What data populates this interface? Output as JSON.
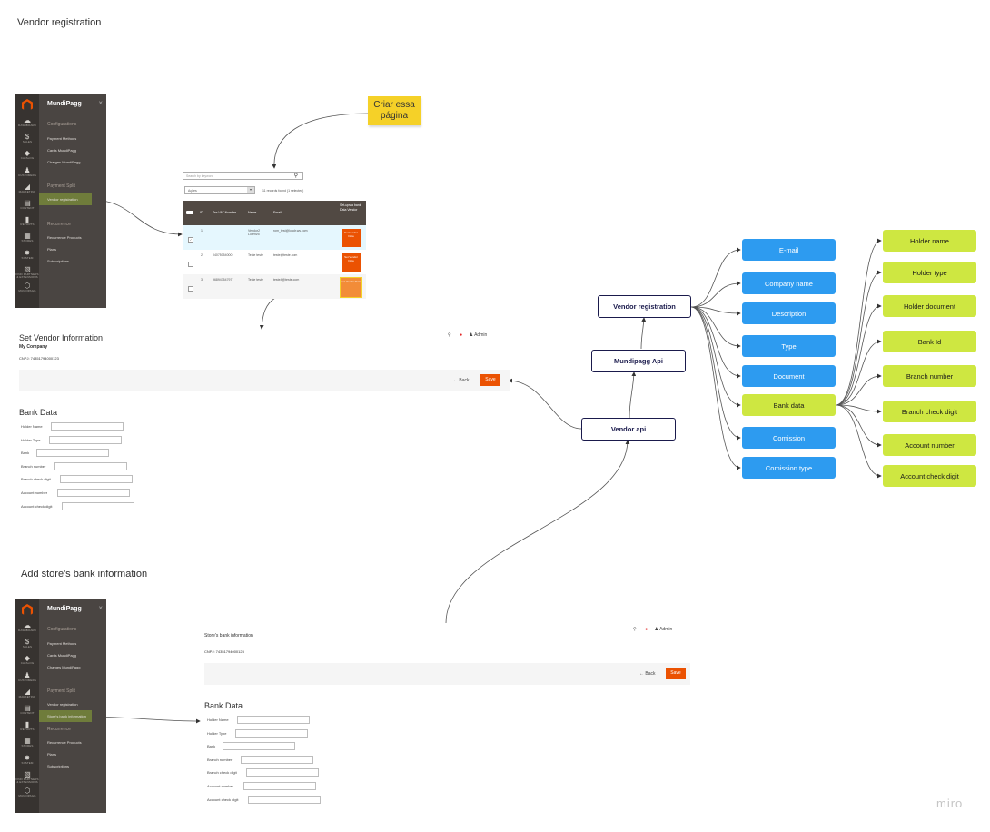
{
  "headings": {
    "vendor_registration": "Vendor registration",
    "add_store_bank": "Add store's bank information"
  },
  "sidebar": {
    "title": "MundiPagg",
    "close": "×",
    "nav": [
      {
        "glyph": "☁",
        "label": "DASHBOARD"
      },
      {
        "glyph": "$",
        "label": "SALES"
      },
      {
        "glyph": "◆",
        "label": "CATALOG"
      },
      {
        "glyph": "♟",
        "label": "CUSTOMERS"
      },
      {
        "glyph": "◢",
        "label": "MARKETING"
      },
      {
        "glyph": "▤",
        "label": "CONTENT"
      },
      {
        "glyph": "▮",
        "label": "REPORTS"
      },
      {
        "glyph": "▦",
        "label": "STORES"
      },
      {
        "glyph": "✸",
        "label": "SYSTEM"
      },
      {
        "glyph": "▧",
        "label": "FIND PARTNERS & EXTENSIONS"
      },
      {
        "glyph": "⬡",
        "label": "MUNDIPAGG"
      }
    ],
    "configurations": "Configurations",
    "config_items": [
      "Payment Methods",
      "Cards MundiPagg",
      "Charges MundiPagg"
    ],
    "payment_split": "Payment Split",
    "vendor_registration": "Vendor registration",
    "stores_bank": "Store's bank information",
    "recurrence": "Recurrence",
    "recurrence_items": [
      "Recurrence Products",
      "Plans",
      "Subscriptions"
    ]
  },
  "sticky": "Criar essa página",
  "grid": {
    "search_placeholder": "Search by keyword",
    "actions": "Ações",
    "records": "11 records found (1 selected)",
    "headers": [
      "ID",
      "Tax VAT Number",
      "Name",
      "Email",
      "Set-ups a bank Data Vendor"
    ],
    "rows": [
      {
        "id": "1",
        "tax": "",
        "name": "Vendor2 Lorenzo",
        "email": "rom_test@loadr.ws.com"
      },
      {
        "id": "2",
        "tax": "04075054000",
        "name": "Teste teste",
        "email": "teste@teste.com"
      },
      {
        "id": "3",
        "tax": "96894754797",
        "name": "Teste teste",
        "email": "teste4@teste.com"
      }
    ],
    "row_button": "Set Vendor Data"
  },
  "vendor_form": {
    "title": "Set Vendor Information",
    "company": "My Company",
    "cnpj": "CNPJ: 74351794000123",
    "back": "Back",
    "save": "Save",
    "admin": "Admin",
    "section": "Bank Data",
    "fields": [
      "Holder Name",
      "Holder Type",
      "Bank",
      "Branch number",
      "Branch check digit",
      "Account number",
      "Account check digit"
    ]
  },
  "store_form": {
    "title": "Store's bank information",
    "cnpj": "CNPJ: 74351794000123",
    "back": "Back",
    "save": "Save",
    "admin": "Admin",
    "section": "Bank Data",
    "fields": [
      "Holder Name",
      "Holder Type",
      "Bank",
      "Branch number",
      "Branch check digit",
      "Account number",
      "Account check digit"
    ]
  },
  "diagram": {
    "vendor_registration": "Vendor registration",
    "mundipagg_api": "Mundipagg Api",
    "vendor_api": "Vendor api",
    "blue": [
      "E-mail",
      "Company name",
      "Description",
      "Type",
      "Document",
      "Bank data",
      "Comission",
      "Comission type"
    ],
    "green": [
      "Holder name",
      "Holder type",
      "Holder document",
      "Bank Id",
      "Branch number",
      "Branch check digit",
      "Account number",
      "Account check digit"
    ],
    "colors": {
      "blue": "#2d9bf0",
      "green": "#cee741",
      "bank_data": "#cee741",
      "node_border": "#1a1a4c"
    }
  },
  "watermark": "miro"
}
